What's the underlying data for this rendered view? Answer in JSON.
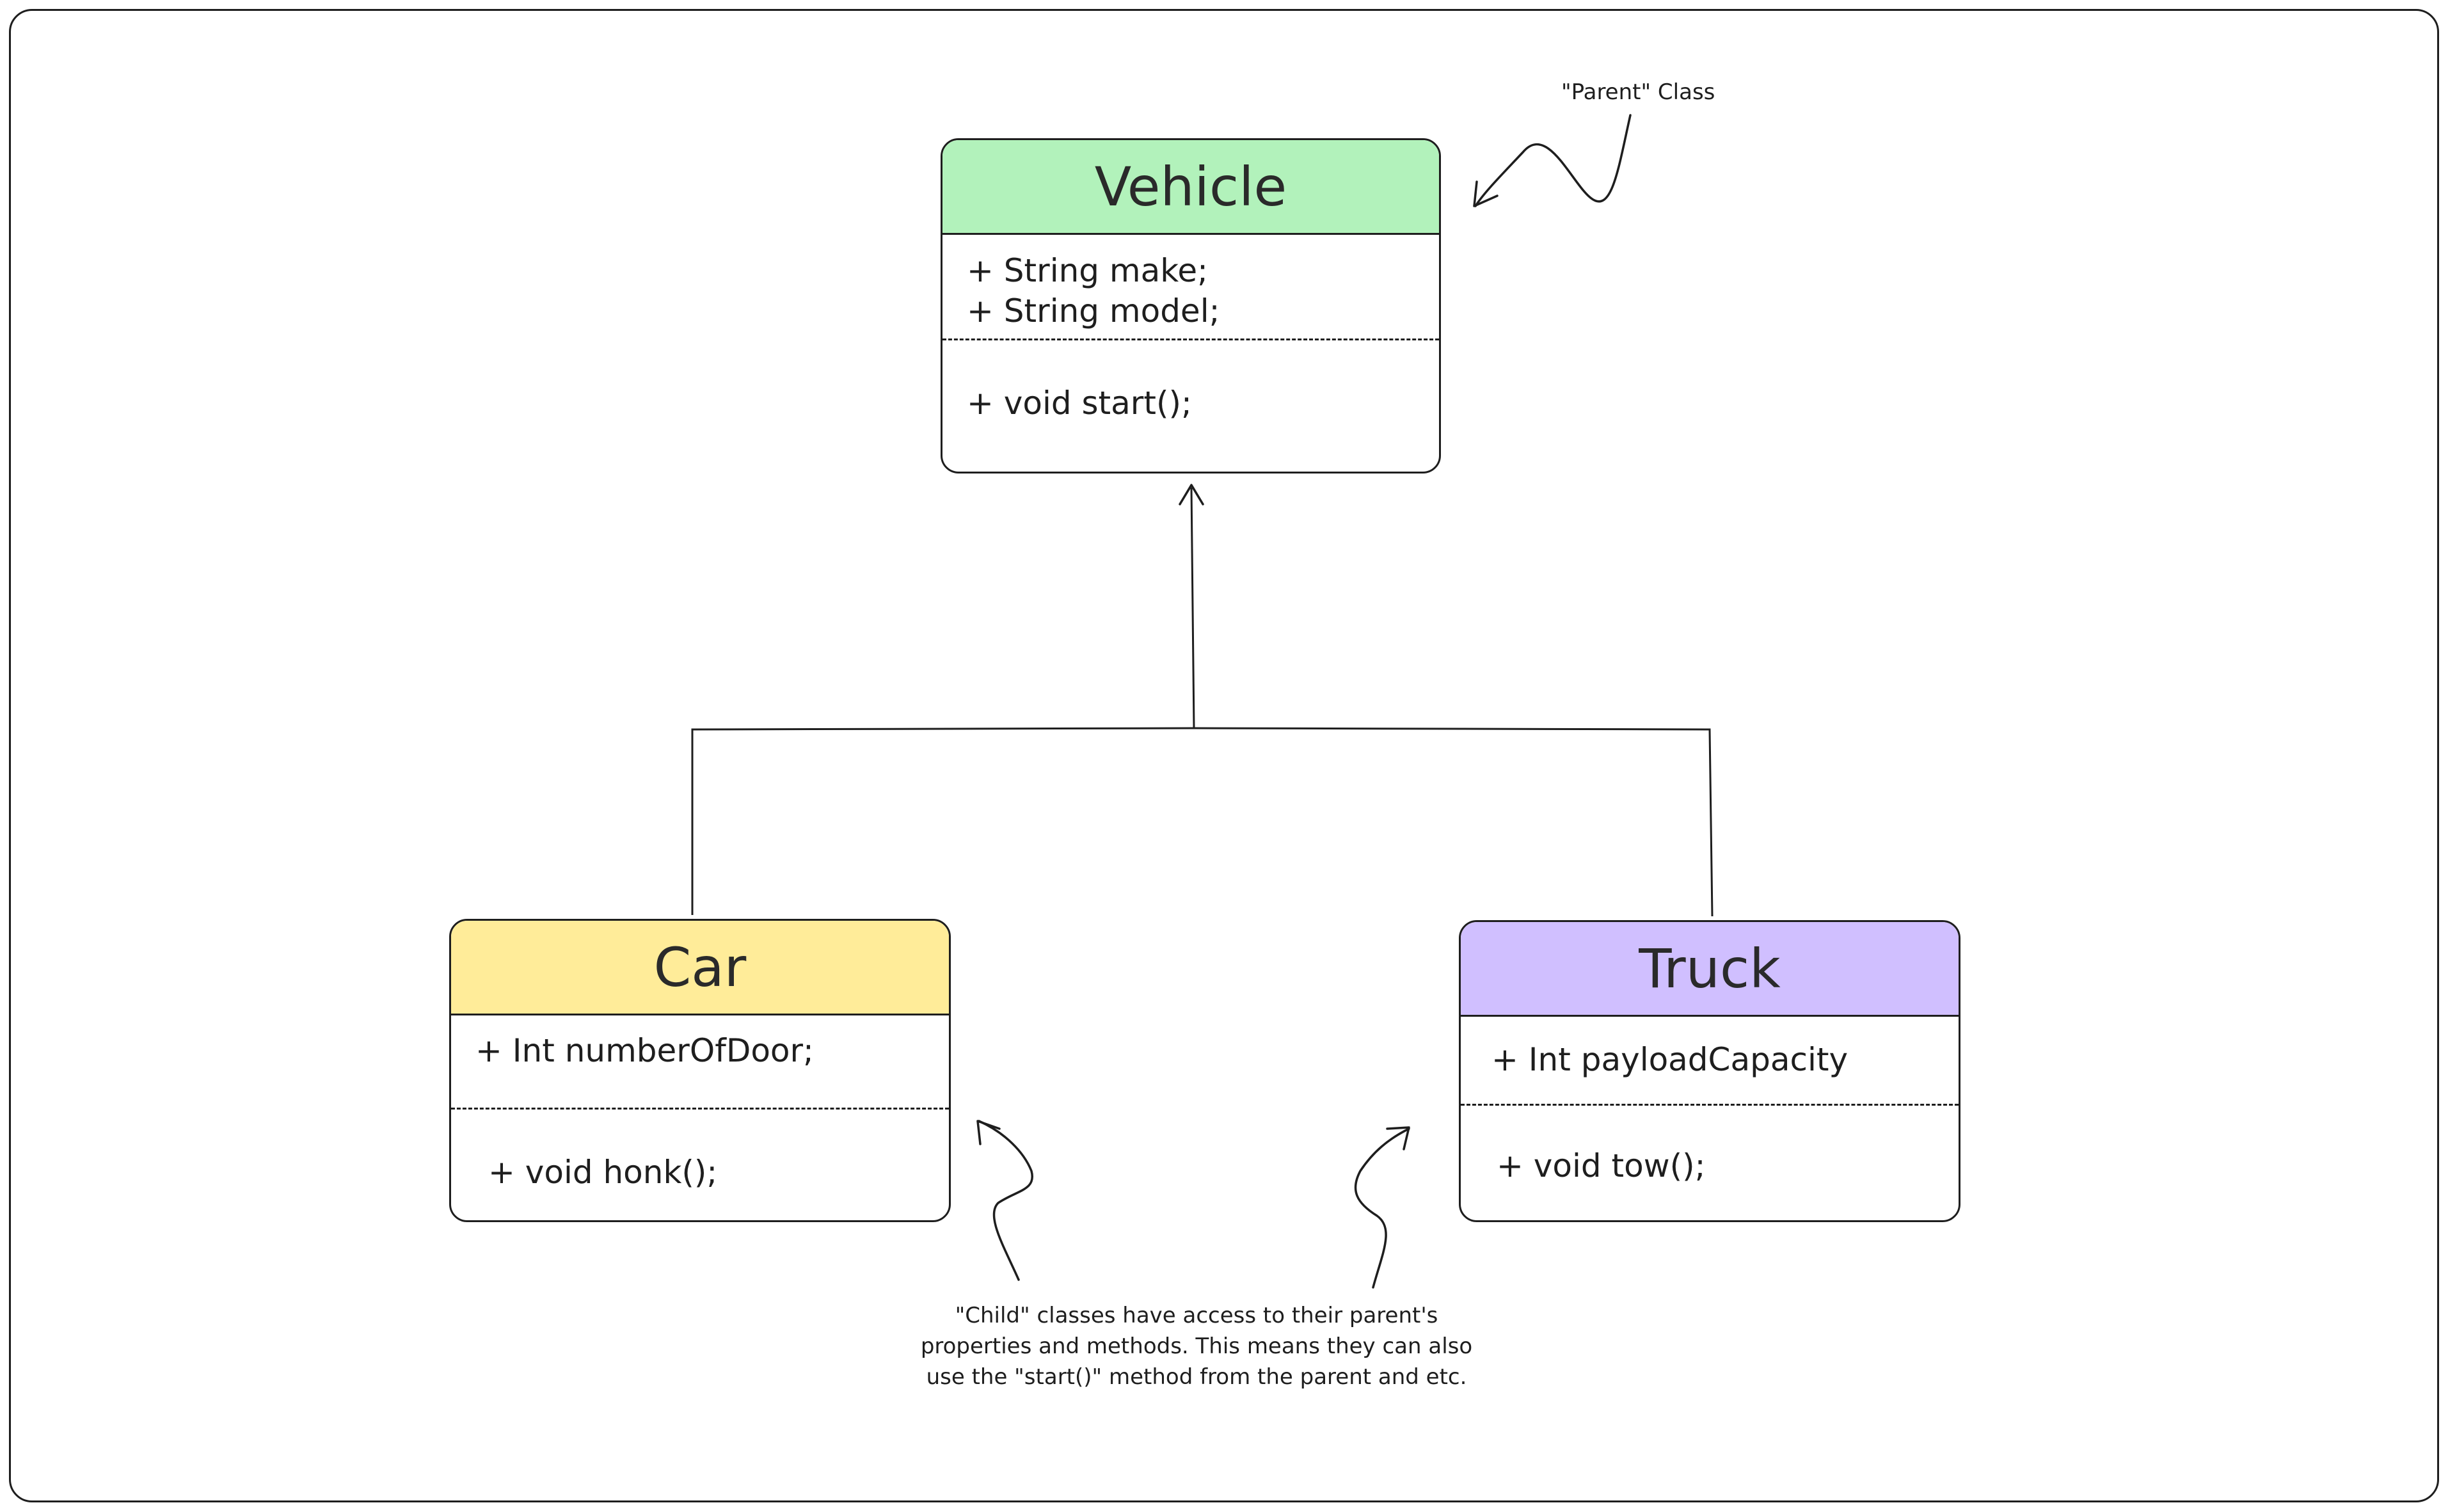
{
  "colors": {
    "vehicle_header": "#b2f2bb",
    "car_header": "#ffec99",
    "truck_header": "#d0bfff",
    "stroke": "#1e1e1e"
  },
  "classes": {
    "vehicle": {
      "name": "Vehicle",
      "attributes": [
        "+ String make;",
        "+ String model;"
      ],
      "methods": [
        "+ void start();"
      ]
    },
    "car": {
      "name": "Car",
      "attributes": [
        "+ Int numberOfDoor;"
      ],
      "methods": [
        "+ void honk();"
      ]
    },
    "truck": {
      "name": "Truck",
      "attributes": [
        "+ Int payloadCapacity"
      ],
      "methods": [
        "+ void tow();"
      ]
    }
  },
  "annotations": {
    "parent_note": "\"Parent\" Class",
    "child_note": [
      "\"Child\" classes have access to their parent's",
      "properties and methods. This means they can also",
      "use the \"start()\" method from the parent and etc."
    ]
  }
}
